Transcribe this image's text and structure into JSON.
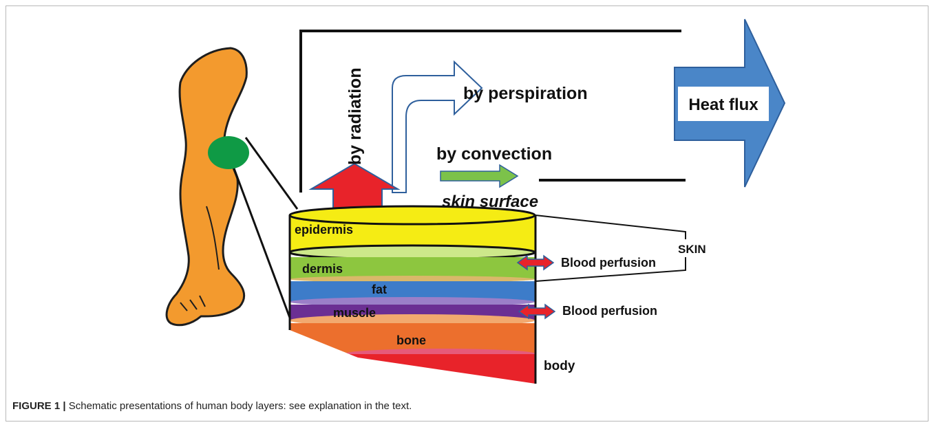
{
  "diagram": {
    "labels": {
      "radiation": "by radiation",
      "perspiration": "by perspiration",
      "convection": "by convection",
      "heat_flux": "Heat flux",
      "skin_surface": "skin surface",
      "epidermis": "epidermis",
      "dermis": "dermis",
      "fat": "fat",
      "muscle": "muscle",
      "bone": "bone",
      "body": "body",
      "skin": "SKIN",
      "blood_perfusion_1": "Blood perfusion",
      "blood_perfusion_2": "Blood perfusion"
    },
    "colors": {
      "leg": "#f39a2e",
      "marker": "#0f9a45",
      "epidermis": "#f5ec14",
      "dermis": "#8dc63f",
      "fat": "#3d7cc9",
      "muscle": "#6b2f93",
      "bone": "#ec6f2d",
      "body": "#e8232a",
      "radiation_arrow": "#e8232a",
      "convection_arrow": "#7cc24a",
      "heat_flux_arrow": "#4a86c8",
      "perfusion_arrow": "#e8232a"
    }
  },
  "caption": {
    "figure_label": "FIGURE 1 |",
    "text": "Schematic presentations of human body layers: see explanation in the text."
  }
}
